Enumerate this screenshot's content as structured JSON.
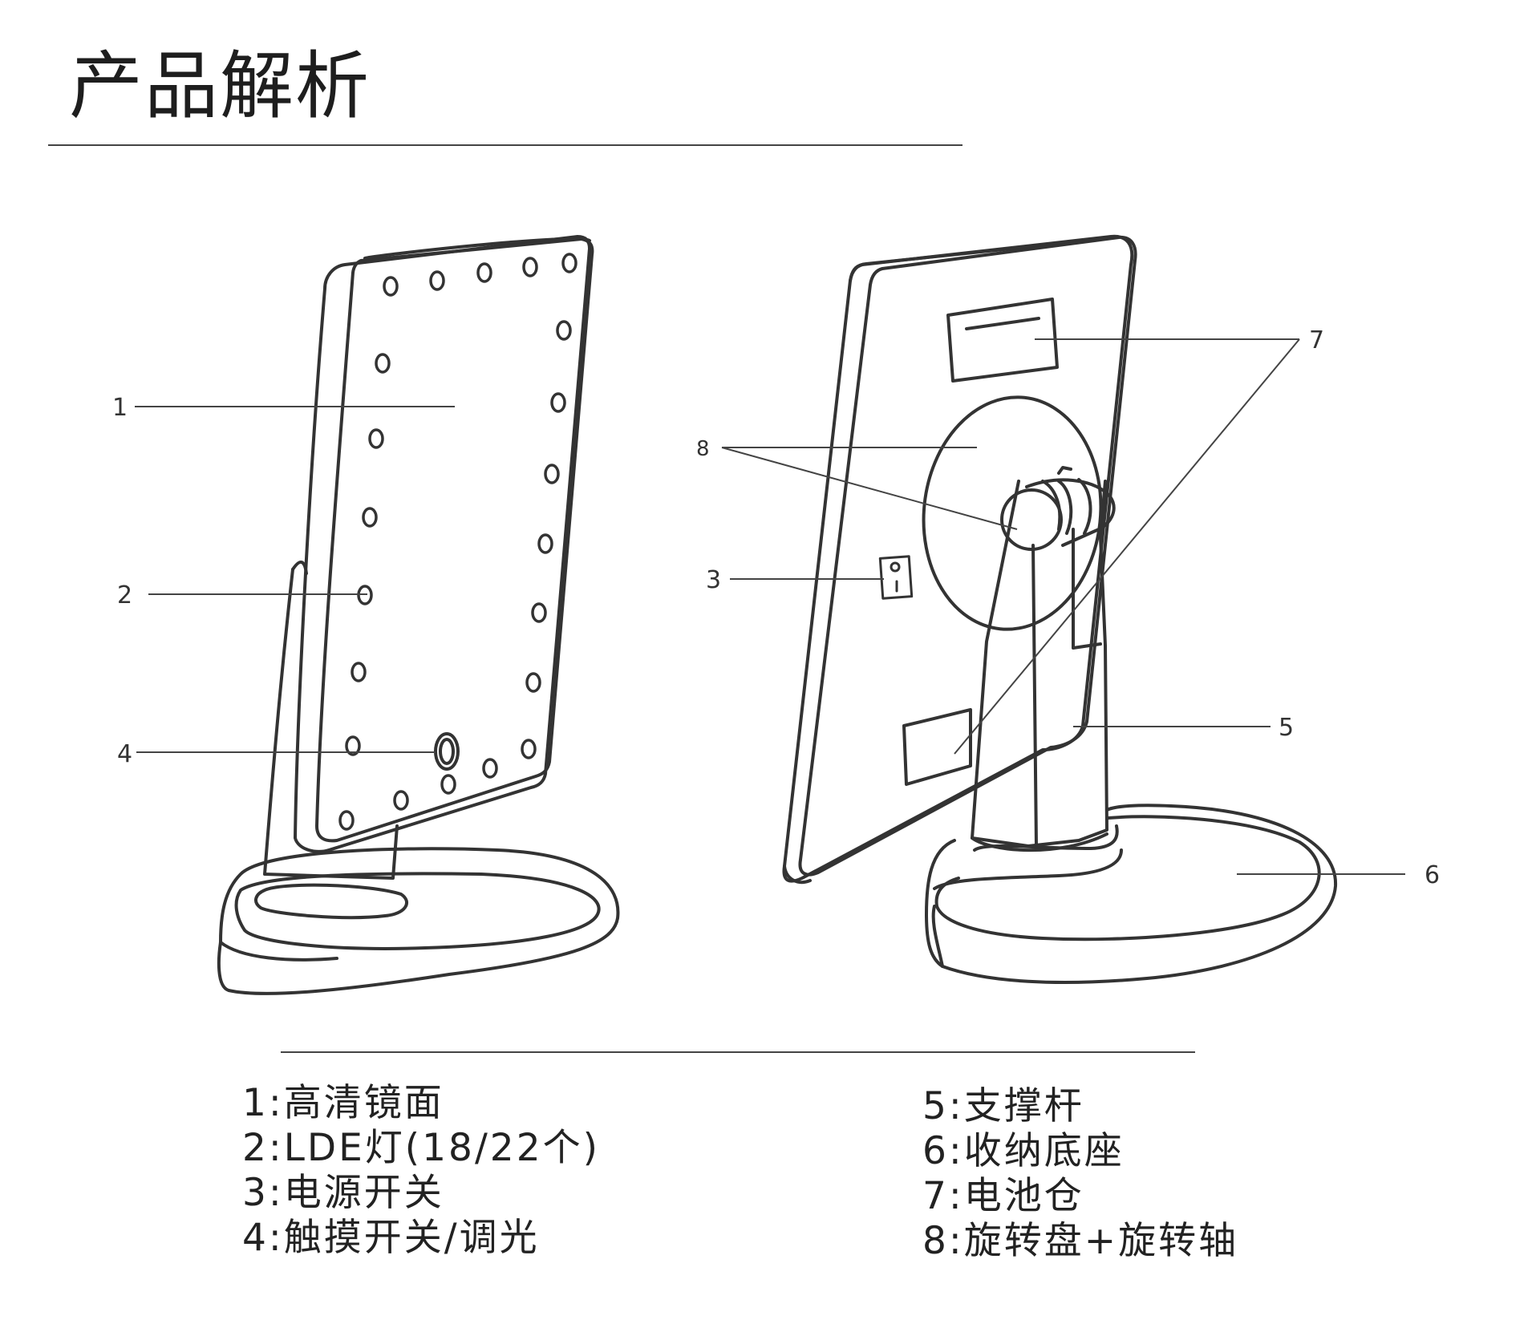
{
  "title": "产品解析",
  "callouts": {
    "front": [
      "1",
      "2",
      "4"
    ],
    "back": [
      "8",
      "3",
      "7",
      "5",
      "6"
    ]
  },
  "legend": {
    "left": [
      "1:高清镜面",
      "2:LDE灯(18/22个)",
      "3:电源开关",
      "4:触摸开关/调光"
    ],
    "right": [
      "5:支撑杆",
      "6:收纳底座",
      "7:电池仓",
      "8:旋转盘+旋转轴"
    ]
  },
  "colors": {
    "line": "#333333",
    "background": "#ffffff"
  }
}
